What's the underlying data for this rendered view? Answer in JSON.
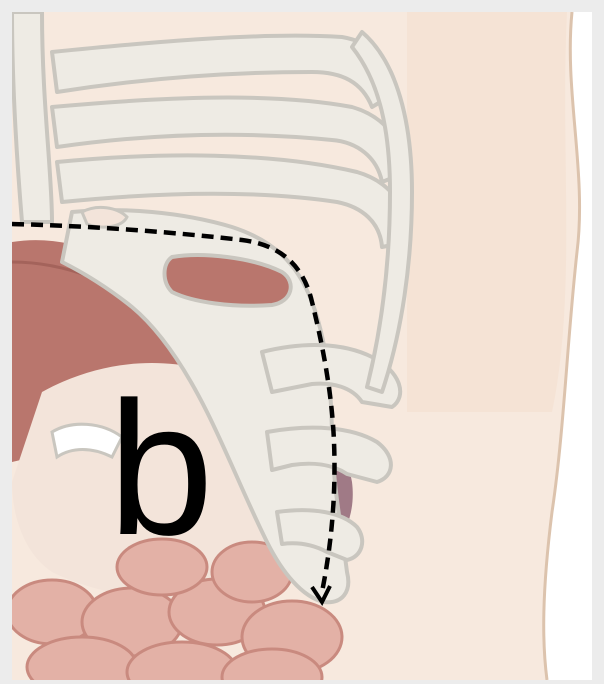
{
  "figure": {
    "panel_label": "b",
    "colors": {
      "background": "#ffffff",
      "frame": "#ececec",
      "skin": "#f7e9de",
      "bone": "#eeebe4",
      "bone_outline": "#c9c6bf",
      "liver": "#b9766d",
      "intestine": "#e3b1a6",
      "marker_line": "#000000"
    },
    "icons": [
      "rib-cage-illustration",
      "liver-illustration",
      "intestine-illustration",
      "dashed-boundary-line"
    ]
  }
}
